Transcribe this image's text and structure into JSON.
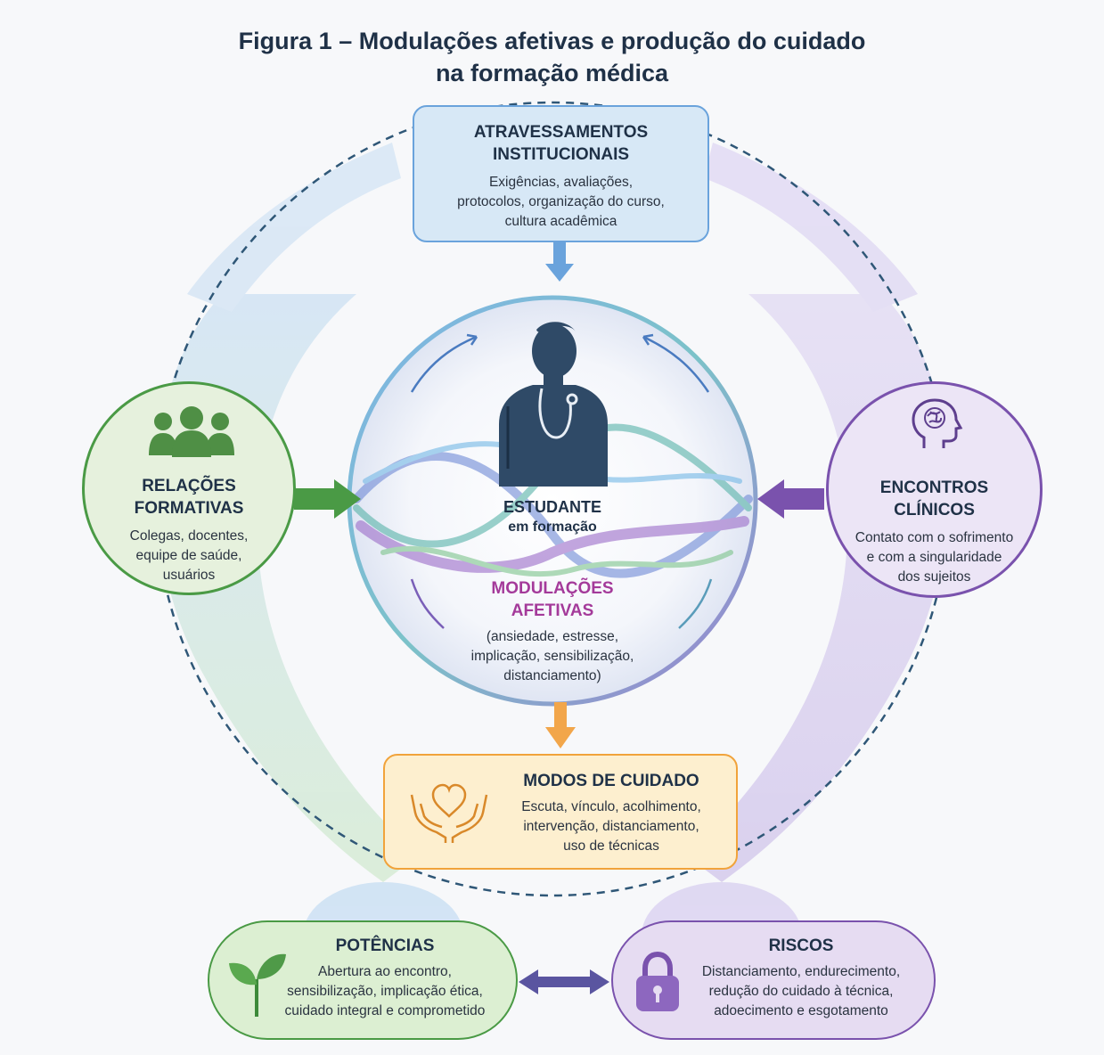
{
  "title": {
    "line1": "Figura 1 – Modulações afetivas e produção do cuidado",
    "line2": "na formação médica"
  },
  "colors": {
    "blue": "#5b9bd5",
    "green": "#4f9a48",
    "purple": "#8a63b8",
    "orange": "#f1a33b",
    "navy": "#1f3147",
    "magenta": "#a43a9a"
  },
  "institutional": {
    "heading_line1": "ATRAVESSAMENTOS",
    "heading_line2": "INSTITUCIONAIS",
    "text_line1": "Exigências, avaliações,",
    "text_line2": "protocolos, organização do curso,",
    "text_line3": "cultura acadêmica"
  },
  "relations": {
    "icon": "people-group-icon",
    "heading_line1": "RELAÇÕES",
    "heading_line2": "FORMATIVAS",
    "text_line1": "Colegas, docentes,",
    "text_line2": "equipe de saúde,",
    "text_line3": "usuários"
  },
  "clinical": {
    "icon": "head-brain-icon",
    "heading_line1": "ENCONTROS",
    "heading_line2": "CLÍNICOS",
    "text_line1": "Contato com o sofrimento",
    "text_line2": "e com a singularidade",
    "text_line3": "dos sujeitos"
  },
  "student": {
    "icon": "student-stethoscope-icon",
    "label_line1": "ESTUDANTE",
    "label_line2": "em formação"
  },
  "modulations": {
    "heading_line1": "MODULAÇÕES",
    "heading_line2": "AFETIVAS",
    "text_line1": "(ansiedade, estresse,",
    "text_line2": "implicação, sensibilização,",
    "text_line3": "distanciamento)"
  },
  "care": {
    "icon": "hands-heart-icon",
    "heading": "MODOS DE CUIDADO",
    "text_line1": "Escuta, vínculo, acolhimento,",
    "text_line2": "intervenção, distanciamento,",
    "text_line3": "uso de técnicas"
  },
  "potentials": {
    "icon": "sprout-icon",
    "heading": "POTÊNCIAS",
    "text_line1": "Abertura ao encontro,",
    "text_line2": "sensibilização, implicação ética,",
    "text_line3": "cuidado integral e comprometido"
  },
  "risks": {
    "icon": "padlock-icon",
    "heading": "RISCOS",
    "text_line1": "Distanciamento, endurecimento,",
    "text_line2": "redução do cuidado à técnica,",
    "text_line3": "adoecimento e esgotamento"
  }
}
